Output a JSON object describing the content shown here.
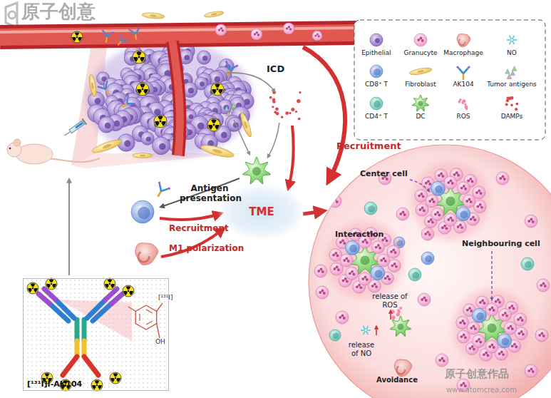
{
  "diagram": {
    "nodes": [
      {
        "text": [
          "TME"
        ]
      },
      {
        "text": [
          "[¹³¹I]I-AK104"
        ]
      }
    ],
    "labels": [
      "原子创意",
      "ICD",
      "Recruitment",
      "Antigen presentation",
      "Recruitment",
      "M1 polarization",
      "Center cell",
      "Interaction",
      "Neighbouring cell",
      "release of ROS",
      "release of NO",
      "Avoidance",
      "[¹³¹I]",
      "OH",
      "原子创意作品",
      "www.atomcrea.com"
    ],
    "legend": [
      {
        "text": "Epithelial"
      },
      {
        "text": "Granucyte"
      },
      {
        "text": "Macrophage"
      },
      {
        "text": "NO"
      },
      {
        "text": "CD8⁺ T"
      },
      {
        "text": "Fibroblast"
      },
      {
        "text": "AK104"
      },
      {
        "text": "Tumor antigens"
      },
      {
        "text": "CD4⁺ T"
      },
      {
        "text": "DC"
      },
      {
        "text": "ROS"
      },
      {
        "text": "DAMPs"
      }
    ]
  }
}
